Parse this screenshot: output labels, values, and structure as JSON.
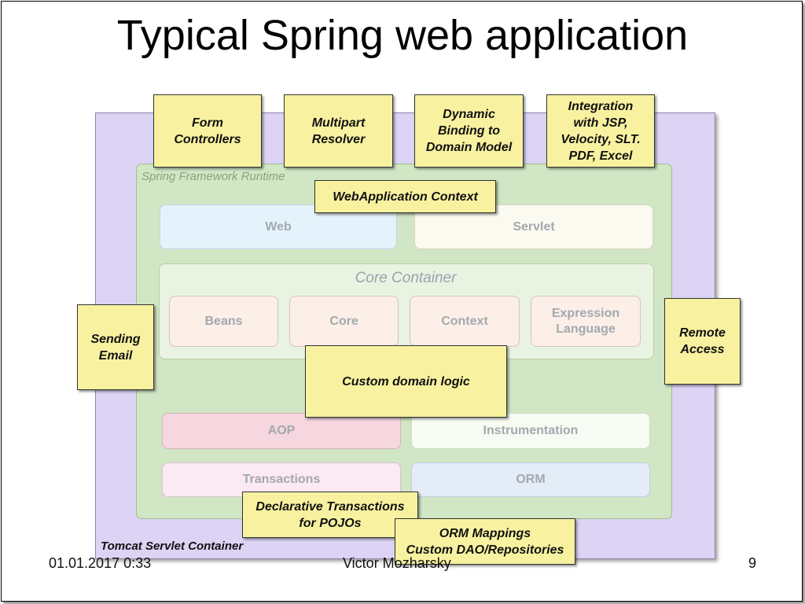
{
  "slide": {
    "title": "Typical Spring web application"
  },
  "diagram": {
    "tomcat_label": "Tomcat Servlet Container",
    "runtime_label": "Spring Framework Runtime",
    "core_label": "Core Container",
    "modules": {
      "web": "Web",
      "servlet": "Servlet",
      "beans": "Beans",
      "core": "Core",
      "context": "Context",
      "expression_language": "Expression\nLanguage",
      "aop": "AOP",
      "instrumentation": "Instrumentation",
      "transactions": "Transactions",
      "orm": "ORM"
    },
    "notes": {
      "form_controllers": "Form\nControllers",
      "multipart_resolver": "Multipart\nResolver",
      "dynamic_binding": "Dynamic\nBinding to\nDomain Model",
      "integration": "Integration\nwith JSP,\nVelocity, SLT.\nPDF, Excel",
      "webapp_context": "WebApplication Context",
      "sending_email": "Sending\nEmail",
      "remote_access": "Remote\nAccess",
      "custom_domain_logic": "Custom domain logic",
      "declarative_transactions": "Declarative Transactions\nfor POJOs",
      "orm_mappings": "ORM Mappings\nCustom DAO/Repositories"
    }
  },
  "footer": {
    "date": "01.01.2017 0:33",
    "author": "Victor Mozharsky",
    "page_number": "9"
  }
}
